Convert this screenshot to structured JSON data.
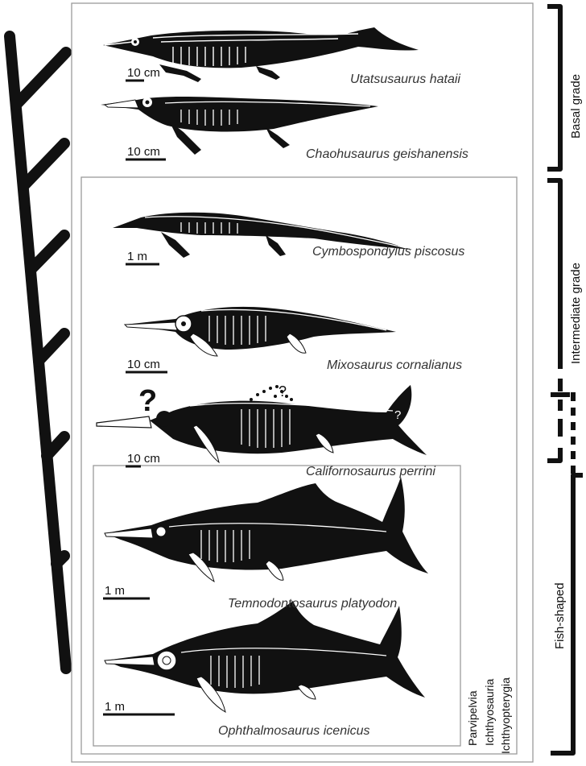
{
  "species": [
    {
      "name": "Utatsusaurus hataii",
      "scale": "10 cm"
    },
    {
      "name": "Chaohusaurus geishanensis",
      "scale": "10 cm"
    },
    {
      "name": "Cymbospondylus piscosus",
      "scale": "1 m"
    },
    {
      "name": "Mixosaurus cornalianus",
      "scale": "10 cm"
    },
    {
      "name": "Californosaurus perrini",
      "scale": "10 cm"
    },
    {
      "name": "Temnodontosaurus platyodon",
      "scale": "1 m"
    },
    {
      "name": "Ophthalmosaurus icenicus",
      "scale": "1 m"
    }
  ],
  "clades": {
    "parvipelvia": "Parvipelvia",
    "ichthyosauria": "Ichthyosauria",
    "ichthyopterygia": "Ichthyopterygia"
  },
  "grades": {
    "basal": "Basal grade",
    "intermediate": "Intermediate grade",
    "fish_shaped": "Fish-shaped"
  },
  "unknown_mark": "?",
  "colors": {
    "ink": "#111111",
    "bone": "#ffffff",
    "frame": "#9a9a9a",
    "label": "#333333"
  }
}
